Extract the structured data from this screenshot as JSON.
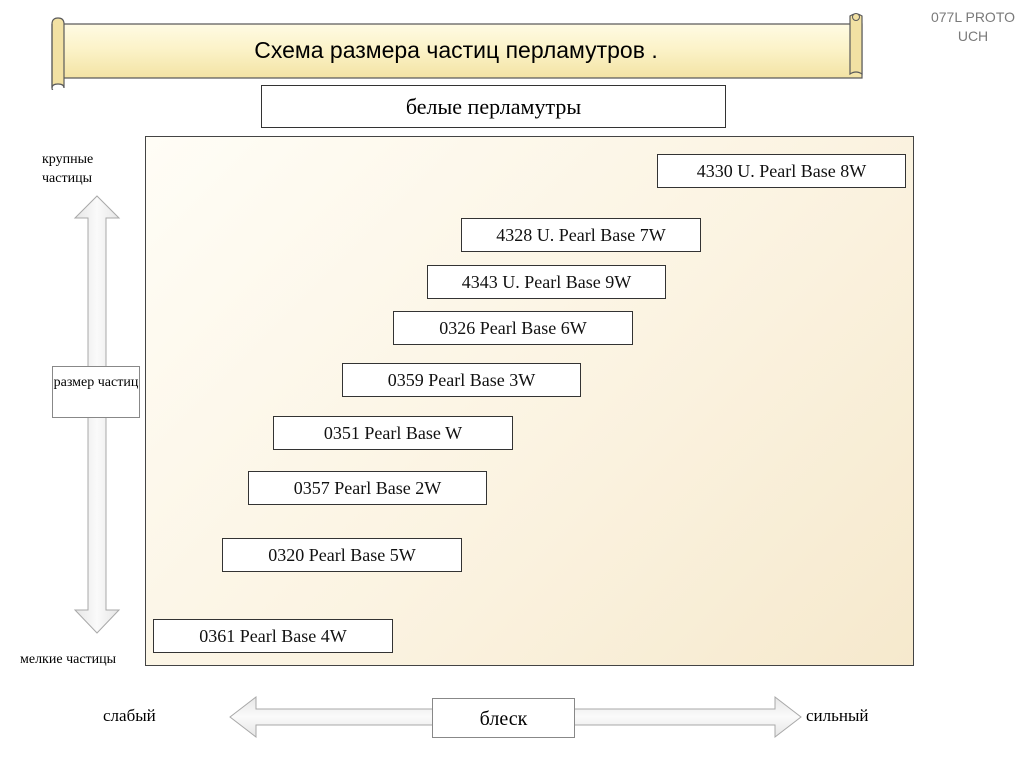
{
  "header": {
    "title": "Схема размера частиц перламутров .",
    "corner_code": "077L PROTOUCH"
  },
  "subtitle": "белые перламутры",
  "vertical_axis": {
    "top_label": "крупные частицы",
    "bottom_label": "мелкие частицы",
    "center_label": "размер частиц"
  },
  "horizontal_axis": {
    "left_label": "слабый",
    "right_label": "сильный",
    "center_label": "блеск"
  },
  "grades": [
    {
      "name": "4330 U. Pearl Base 8W"
    },
    {
      "name": "4328 U. Pearl Base 7W"
    },
    {
      "name": "4343 U. Pearl Base 9W"
    },
    {
      "name": "0326 Pearl Base 6W"
    },
    {
      "name": "0359 Pearl Base 3W"
    },
    {
      "name": "0351 Pearl Base W"
    },
    {
      "name": "0357 Pearl Base 2W"
    },
    {
      "name": "0320 Pearl Base 5W"
    },
    {
      "name": "0361 Pearl Base 4W"
    }
  ],
  "colors": {
    "scroll_fill": "#fbf3c8",
    "panel_fill": "#fbf3e1",
    "arrow_fill": "#f0f0f0",
    "arrow_stroke": "#a8a8a8"
  }
}
